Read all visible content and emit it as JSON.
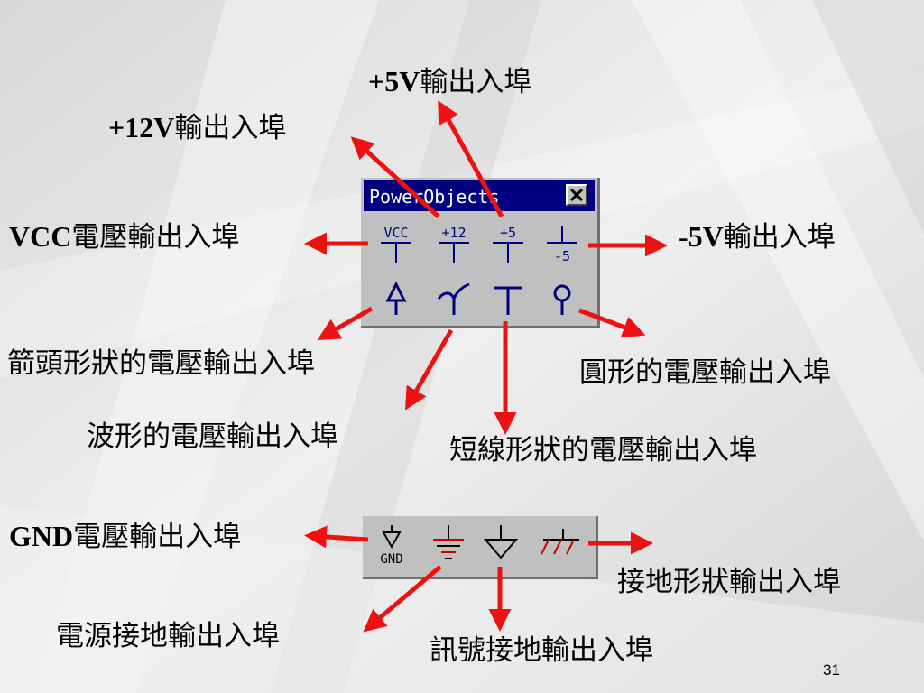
{
  "window": {
    "title": "PowerObjects",
    "close_glyph": "×"
  },
  "icons": {
    "vcc": "VCC",
    "p12": "+12",
    "p5": "+5",
    "m5": "-5",
    "gnd": "GND"
  },
  "labels": {
    "p5_num": "+5V",
    "p5_text": "輸出入埠",
    "p12_num": "+12V",
    "p12_text": "輸出入埠",
    "vcc_num": "VCC",
    "vcc_text": "電壓輸出入埠",
    "m5_num": "-5V",
    "m5_text": "輸出入埠",
    "arrow_port": "箭頭形狀的電壓輸出入埠",
    "circle_port": "圓形的電壓輸出入埠",
    "wave_port": "波形的電壓輸出入埠",
    "bar_port": "短線形狀的電壓輸出入埠",
    "gnd_num": "GND",
    "gnd_text": "電壓輸出入埠",
    "earth_port": "接地形狀輸出入埠",
    "power_ground": "電源接地輸出入埠",
    "signal_ground": "訊號接地輸出入埠"
  },
  "page_number": "31",
  "colors": {
    "arrow": "#ee1111",
    "titlebar": "#000080",
    "icon_stroke": "#000080",
    "earth_red": "#cc0000"
  }
}
